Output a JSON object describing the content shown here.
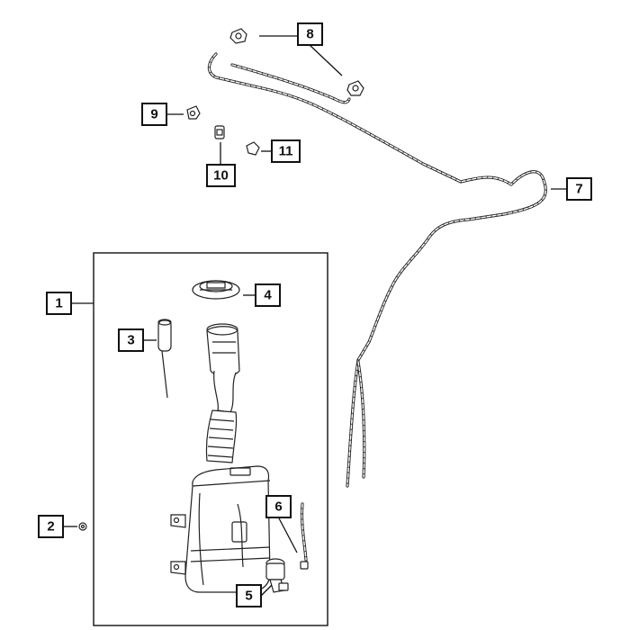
{
  "callouts": [
    {
      "id": "1",
      "label": "1"
    },
    {
      "id": "2",
      "label": "2"
    },
    {
      "id": "3",
      "label": "3"
    },
    {
      "id": "4",
      "label": "4"
    },
    {
      "id": "5",
      "label": "5"
    },
    {
      "id": "6",
      "label": "6"
    },
    {
      "id": "7",
      "label": "7"
    },
    {
      "id": "8",
      "label": "8"
    },
    {
      "id": "9",
      "label": "9"
    },
    {
      "id": "10",
      "label": "10"
    },
    {
      "id": "11",
      "label": "11"
    }
  ],
  "parts": [
    {
      "callout": "1",
      "icon": "washer-reservoir-assembly-icon"
    },
    {
      "callout": "2",
      "icon": "nut-icon"
    },
    {
      "callout": "3",
      "icon": "fluid-level-sensor-icon"
    },
    {
      "callout": "4",
      "icon": "filler-cap-icon"
    },
    {
      "callout": "5",
      "icon": "washer-pump-icon"
    },
    {
      "callout": "6",
      "icon": "washer-hose-short-icon"
    },
    {
      "callout": "7",
      "icon": "washer-hose-long-icon"
    },
    {
      "callout": "8",
      "icon": "nozzle-clip-icon"
    },
    {
      "callout": "9",
      "icon": "clip-icon"
    },
    {
      "callout": "10",
      "icon": "connector-icon"
    },
    {
      "callout": "11",
      "icon": "retainer-icon"
    }
  ]
}
